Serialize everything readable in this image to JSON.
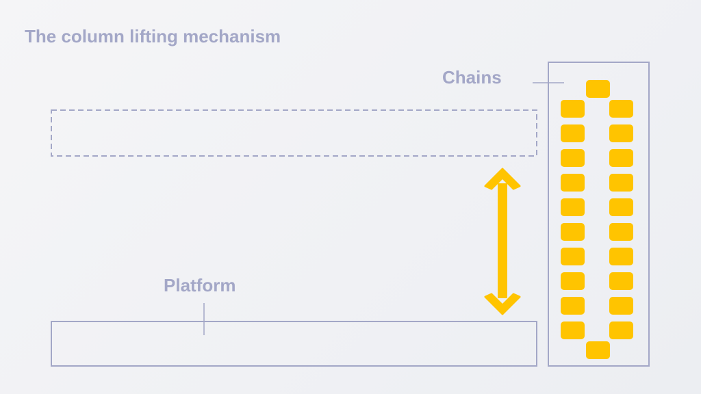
{
  "title": "The column lifting mechanism",
  "labels": {
    "chains": "Chains",
    "platform": "Platform"
  },
  "colors": {
    "outline": "#a3a7c7",
    "accent": "#ffc400",
    "background": "#f1f2f5"
  }
}
